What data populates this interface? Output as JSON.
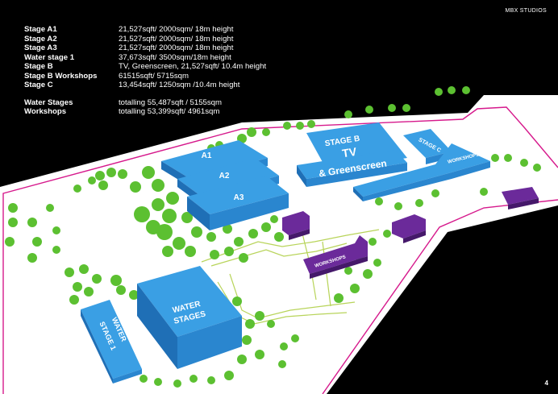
{
  "header": {
    "brand": "MBX STUDIOS"
  },
  "footer": {
    "page_number": "4"
  },
  "specs": [
    {
      "label": "Stage A1",
      "value": "21,527sqft/ 2000sqm/ 18m height"
    },
    {
      "label": "Stage A2",
      "value": "21,527sqft/ 2000sqm/ 18m height"
    },
    {
      "label": "Stage A3",
      "value": "21,527sqft/ 2000sqm/ 18m height"
    },
    {
      "label": "Water stage 1",
      "value": "37,673sqft/ 3500sqm/18m height"
    },
    {
      "label": "Stage B",
      "value": "TV, Greenscreen, 21,527sqft/ 10.4m height"
    },
    {
      "label": "Stage B Workshops",
      "value": "61515sqft/ 5715sqm"
    },
    {
      "label": "Stage C",
      "value": "13,454sqft/ 1250sqm /10.4m height"
    }
  ],
  "totals": [
    {
      "label": "Water Stages",
      "value": "totalling 55,487sqft / 5155sqm"
    },
    {
      "label": "Workshops",
      "value": "totalling 53,399sqft/ 4961sqm"
    }
  ],
  "map": {
    "buildings": {
      "a1": "A1",
      "a2": "A2",
      "a3": "A3",
      "stage_b_line1": "STAGE B",
      "stage_b_line2": "TV",
      "stage_b_line3": "& Greenscreen",
      "stage_c": "STAGE C",
      "workshops_b": "WORKSHOPS",
      "workshops_mid": "WORKSHOPS",
      "water_stages_line1": "WATER",
      "water_stages_line2": "STAGES",
      "water_stage1_line1": "WATER",
      "water_stage1_line2": "STAGE 1"
    },
    "colors": {
      "background": "#000000",
      "site": "#ffffff",
      "boundary": "#d6198c",
      "building_top": "#3a9fe4",
      "building_side": "#1f6fb6",
      "workshop_top": "#6b2a9a",
      "workshop_side": "#45186a",
      "tree": "#5cc031",
      "road": "#b8d45a"
    }
  }
}
